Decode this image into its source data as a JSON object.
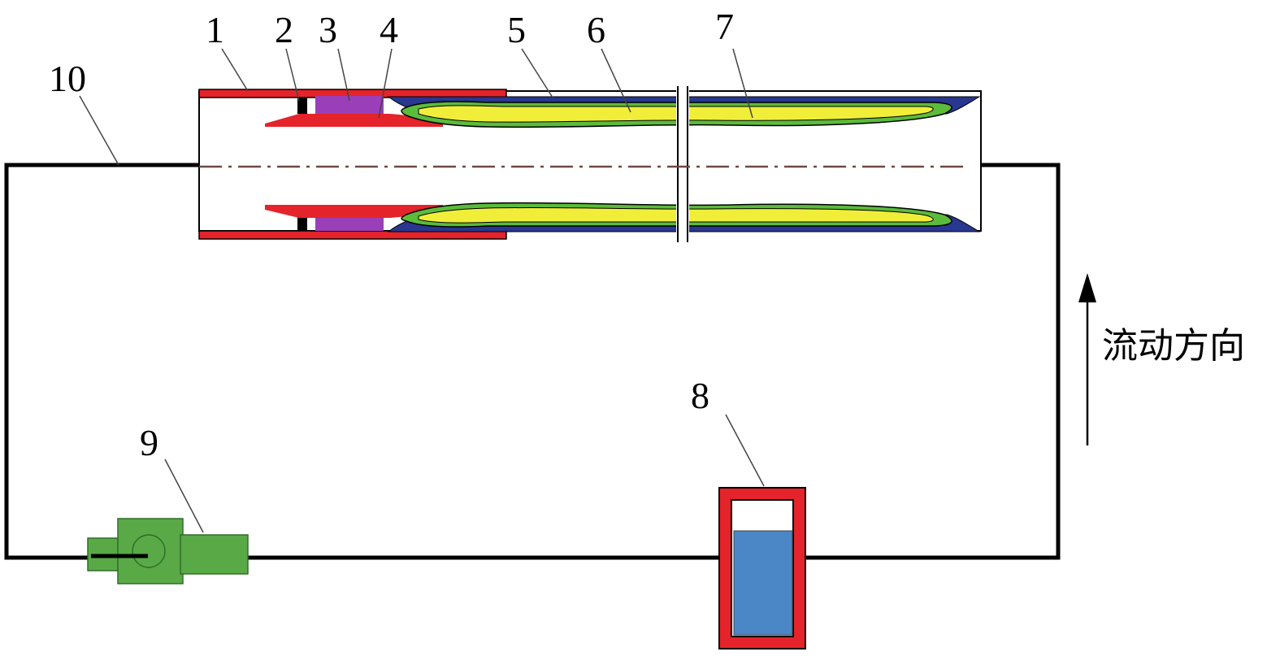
{
  "labels": {
    "l1": "1",
    "l2": "2",
    "l3": "3",
    "l4": "4",
    "l5": "5",
    "l6": "6",
    "l7": "7",
    "l8": "8",
    "l9": "9",
    "l10": "10"
  },
  "flow_direction_label": "流动方向",
  "colors": {
    "outer_tube": "#e4232b",
    "shell": "#28378f",
    "inner_layer": "#f1ee3a",
    "blood_layer": "#5bbb3b",
    "connector": "#9a3fb8",
    "reservoir_frame": "#e4232b",
    "reservoir_liquid": "#4b86c6",
    "pump": "#5aa947",
    "pipe": "#000000",
    "centerline": "#6b4a42"
  }
}
